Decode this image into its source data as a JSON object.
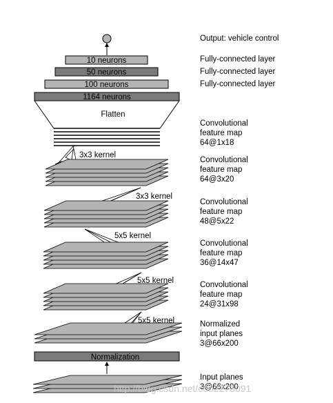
{
  "output": "Output: vehicle control",
  "fc_layers": [
    {
      "box": "10 neurons",
      "label": "Fully-connected layer"
    },
    {
      "box": "50 neurons",
      "label": "Fully-connected layer"
    },
    {
      "box": "100 neurons",
      "label": "Fully-connected layer"
    },
    {
      "box": "1164 neurons",
      "label": ""
    }
  ],
  "flatten": "Flatten",
  "conv_layers": [
    {
      "kernel": "3x3 kernel",
      "label": [
        "Convolutional",
        "feature map",
        "64@1x18"
      ]
    },
    {
      "kernel": "3x3 kernel",
      "label": [
        "Convolutional",
        "feature map",
        "64@3x20"
      ]
    },
    {
      "kernel": "5x5 kernel",
      "label": [
        "Convolutional",
        "feature map",
        "48@5x22"
      ]
    },
    {
      "kernel": "5x5 kernel",
      "label": [
        "Convolutional",
        "feature map",
        "36@14x47"
      ]
    },
    {
      "kernel": "5x5 kernel",
      "label": [
        "Convolutional",
        "feature map",
        "24@31x98"
      ]
    }
  ],
  "normalized": [
    "Normalized",
    "input planes",
    "3@66x200"
  ],
  "normalization": "Normalization",
  "input": [
    "Input planes",
    "3@66x200"
  ],
  "watermark": "http://blog.csdn.net/c602273091"
}
